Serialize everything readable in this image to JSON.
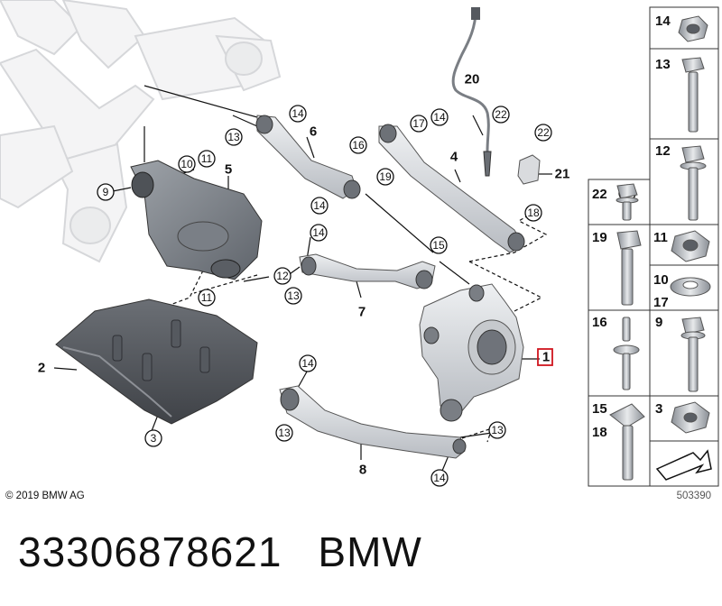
{
  "copyright": "© 2019 BMW AG",
  "diagram_number": "503390",
  "part_number": "33306878621",
  "brand": "BMW",
  "highlight_color": "#d0141e",
  "callouts": {
    "c1": "1",
    "c2": "2",
    "c3": "3",
    "c4": "4",
    "c5": "5",
    "c6": "6",
    "c7": "7",
    "c8": "8",
    "c9": "9",
    "c10": "10",
    "c11a": "11",
    "c11b": "11",
    "c12": "12",
    "c13a": "13",
    "c13b": "13",
    "c13c": "13",
    "c13d": "13",
    "c14a": "14",
    "c14b": "14",
    "c14c": "14",
    "c14d": "14",
    "c14e": "14",
    "c14f": "14",
    "c15": "15",
    "c16": "16",
    "c17": "17",
    "c18": "18",
    "c19": "19",
    "c20": "20",
    "c21": "21",
    "c22a": "22",
    "c22b": "22"
  },
  "legend": {
    "l14": "14",
    "l13": "13",
    "l12": "12",
    "l22": "22",
    "l19": "19",
    "l11": "11",
    "l10": "10",
    "l17": "17",
    "l16": "16",
    "l9": "9",
    "l15": "15",
    "l18": "18",
    "l3": "3"
  }
}
